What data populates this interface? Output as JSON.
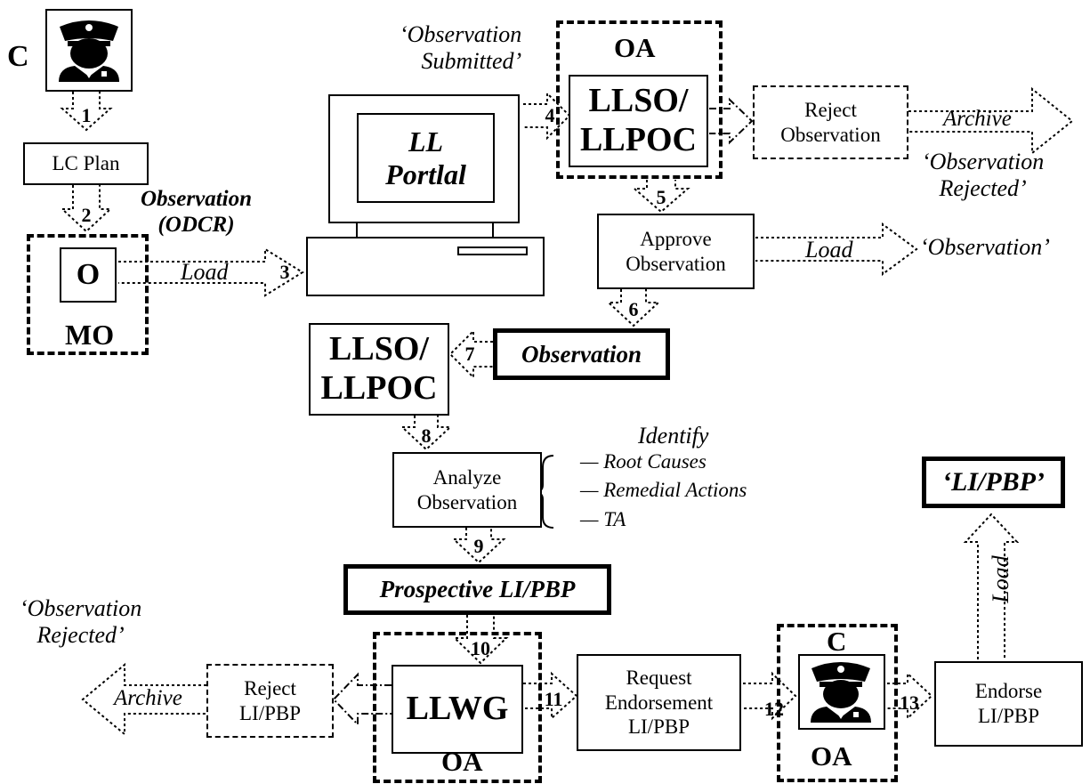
{
  "nodes": {
    "commander_top": "C",
    "lc_plan": "LC Plan",
    "o_box": "O",
    "mo": "MO",
    "ll_portal": "LL\nPortlal",
    "oa_top": "OA",
    "llso_top": "LLSO/\nLLPOC",
    "reject_observation": "Reject\nObservation",
    "approve_observation": "Approve\nObservation",
    "observation_box": "Observation",
    "llso_mid": "LLSO/\nLLPOC",
    "analyze_observation": "Analyze\nObservation",
    "prospective": "Prospective LI/PBP",
    "llwg": "LLWG",
    "oa_bottom_left": "OA",
    "reject_li": "Reject\nLI/PBP",
    "request_endorsement": "Request\nEndorsement\nLI/PBP",
    "commander_bottom": "C",
    "oa_bottom_right": "OA",
    "endorse_li": "Endorse\nLI/PBP",
    "li_pbp_output": "‘LI/PBP’"
  },
  "labels": {
    "observation_odcr": "Observation\n(ODCR)",
    "load_3": "Load",
    "observation_submitted": "‘Observation\nSubmitted’",
    "archive_top": "Archive",
    "observation_rejected_top": "‘Observation\nRejected’",
    "load_approve": "Load",
    "observation_output": "‘Observation’",
    "identify": "Identify",
    "root_causes": "— Root Causes",
    "remedial_actions": "— Remedial Actions",
    "ta": "— TA",
    "observation_rejected_bottom": "‘Observation\nRejected’",
    "archive_bottom": "Archive",
    "load_vertical": "Load"
  },
  "steps": [
    "1",
    "2",
    "3",
    "4",
    "5",
    "6",
    "7",
    "8",
    "9",
    "10",
    "11",
    "12",
    "13"
  ]
}
